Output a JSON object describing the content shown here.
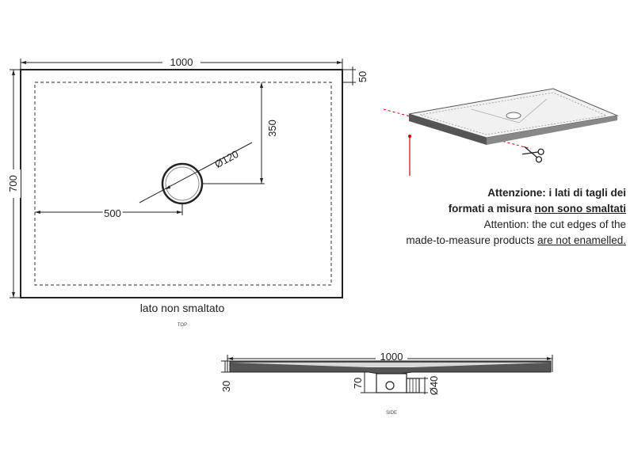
{
  "top_view": {
    "width_label": "1000",
    "height_label": "700",
    "edge_label": "50",
    "drain_y_label": "350",
    "drain_x_label": "500",
    "drain_diameter_label": "Ø120",
    "edge_caption": "lato non smaltato",
    "view_caption": "TOP"
  },
  "side_view": {
    "width_label": "1000",
    "thickness_label": "30",
    "drain_depth_label": "70",
    "drain_pipe_label": "Ø40",
    "view_caption": "SIDE"
  },
  "warning": {
    "it_line1": "Attenzione: i lati di tagli dei",
    "it_line2_prefix": "formati a misura ",
    "it_line2_underlined": "non sono smaltati",
    "en_line1": "Attention: the cut edges of the",
    "en_line2_prefix": "made-to-measure products ",
    "en_line2_underlined": "are not enamelled."
  },
  "colors": {
    "line": "#222222",
    "cut_marker": "#cc0000",
    "tray_top": "#f1f1f1",
    "tray_edge": "#555555"
  },
  "icons": [
    "scissors-icon",
    "drain-icon"
  ]
}
